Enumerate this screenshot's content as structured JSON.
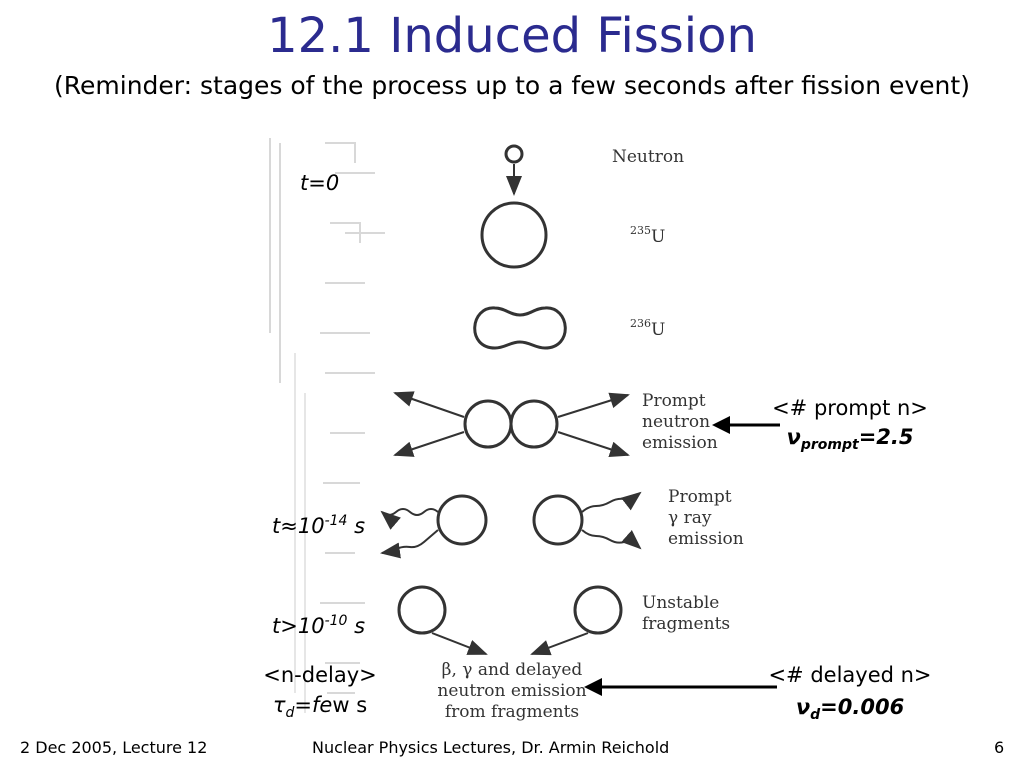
{
  "slide": {
    "title": "12.1 Induced Fission",
    "subtitle": "(Reminder: stages of the process up to a few seconds after fission event)",
    "page_number": "6"
  },
  "time_labels": {
    "t0": "t=0",
    "t14_prefix": "t≈10",
    "t14_exp": "-14",
    "t14_unit": " s",
    "t10_prefix": "t>10",
    "t10_exp": "-10",
    "t10_unit": " s"
  },
  "ndelay": {
    "label": "<n-delay>",
    "tau_symbol": "τ",
    "tau_sub": "d",
    "tau_eq": "=",
    "tau_value": "fe",
    "tau_rest": "w s"
  },
  "prompt": {
    "label": "<# prompt n>",
    "nu_symbol": "ν",
    "nu_sub": "prompt",
    "nu_value": "=2.5"
  },
  "delayed": {
    "label": "<# delayed n>",
    "nu_symbol": "ν",
    "nu_sub": "d",
    "nu_value": "=0.006"
  },
  "diagram": {
    "neutron": "Neutron",
    "u235_mass": "235",
    "u235_sym": "U",
    "u236_mass": "236",
    "u236_sym": "U",
    "prompt_n_l1": "Prompt",
    "prompt_n_l2": "neutron",
    "prompt_n_l3": "emission",
    "prompt_g_l1": "Prompt",
    "prompt_g_l2": "γ ray",
    "prompt_g_l3": "emission",
    "unstable_l1": "Unstable",
    "unstable_l2": "fragments",
    "beta_l1": "β, γ and delayed",
    "beta_l2": "neutron emission",
    "beta_l3": "from fragments"
  },
  "footer": {
    "left": "2 Dec 2005, Lecture 12",
    "center": "Nuclear Physics  Lectures, Dr. Armin Reichold"
  },
  "colors": {
    "title": "#2b2b8f",
    "diagram_ink": "#333333"
  }
}
